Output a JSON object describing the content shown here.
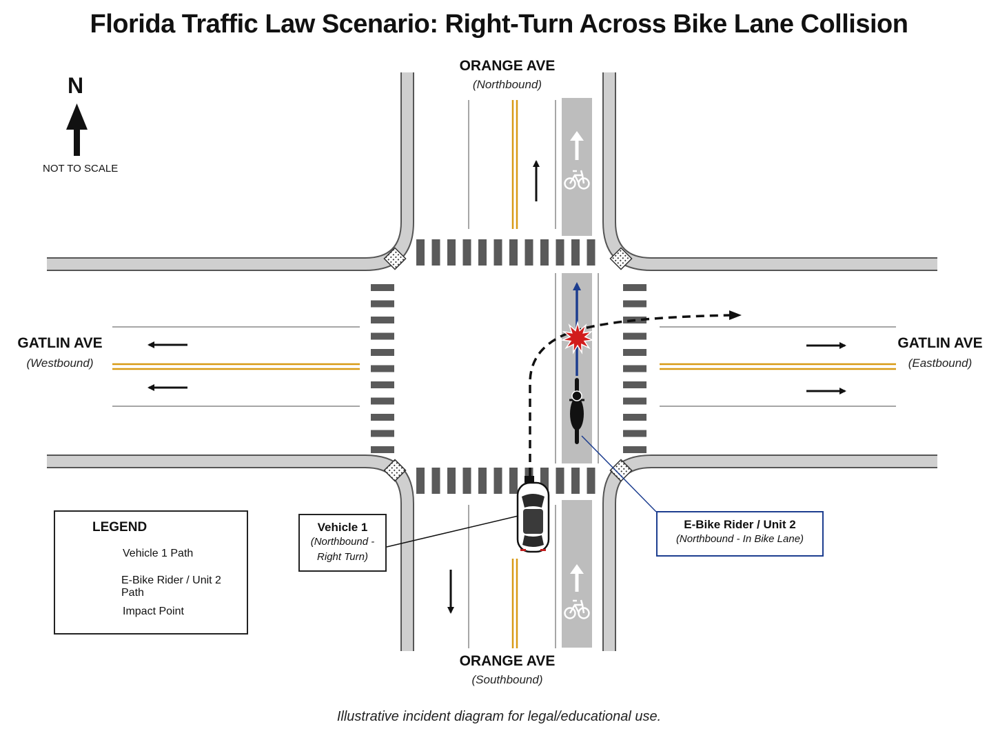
{
  "title": "Florida Traffic Law Scenario: Right-Turn Across Bike Lane Collision",
  "compass": {
    "letter": "N",
    "note": "NOT TO SCALE",
    "icon": "north-arrow-icon"
  },
  "roads": {
    "north": {
      "name": "ORANGE AVE",
      "direction": "(Northbound)"
    },
    "south": {
      "name": "ORANGE AVE",
      "direction": "(Southbound)"
    },
    "west": {
      "name": "GATLIN AVE",
      "direction": "(Westbound)"
    },
    "east": {
      "name": "GATLIN AVE",
      "direction": "(Eastbound)"
    }
  },
  "legend": {
    "title": "LEGEND",
    "items": [
      {
        "label": "Vehicle 1 Path",
        "icon": "dashed-arrow-icon"
      },
      {
        "label": "E-Bike Rider / Unit 2 Path",
        "icon": "blue-arrow-icon"
      },
      {
        "label": "Impact Point",
        "icon": "impact-starburst-icon"
      }
    ]
  },
  "callouts": {
    "vehicle": {
      "title": "Vehicle 1",
      "line1": "(Northbound -",
      "line2": "Right Turn)"
    },
    "ebike": {
      "title": "E-Bike Rider / Unit 2",
      "line1": "(Northbound - In Bike Lane)"
    }
  },
  "caption": "Illustrative incident diagram for legal/educational use.",
  "colors": {
    "vehicle_path": "#111111",
    "ebike_path": "#1c3d8f",
    "impact": "#d11c1c",
    "center_line": "#d89a14",
    "bike_lane": "#bdbdbd",
    "crosswalk": "#5a5a5a"
  }
}
